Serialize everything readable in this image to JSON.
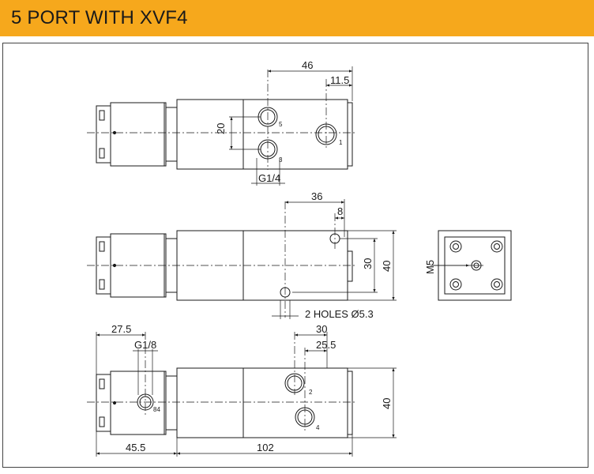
{
  "header": {
    "title": "5 PORT WITH XVF4",
    "bg_color": "#f6a81c"
  },
  "top_view": {
    "dim_46": "46",
    "dim_11_5": "11.5",
    "dim_20": "20",
    "port_5": "5",
    "port_3": "3",
    "port_1": "1",
    "thread": "G1/4"
  },
  "middle_view": {
    "dim_36": "36",
    "dim_8": "8",
    "dim_30": "30",
    "dim_40": "40",
    "holes": "2 HOLES Ø5.3"
  },
  "end_view": {
    "thread": "M5"
  },
  "bottom_view": {
    "dim_27_5": "27.5",
    "thread": "G1/8",
    "dim_30": "30",
    "dim_25_5": "25.5",
    "port_2": "2",
    "port_4": "4",
    "port_84": "84",
    "dim_40": "40",
    "dim_45_5": "45.5",
    "dim_102": "102"
  }
}
